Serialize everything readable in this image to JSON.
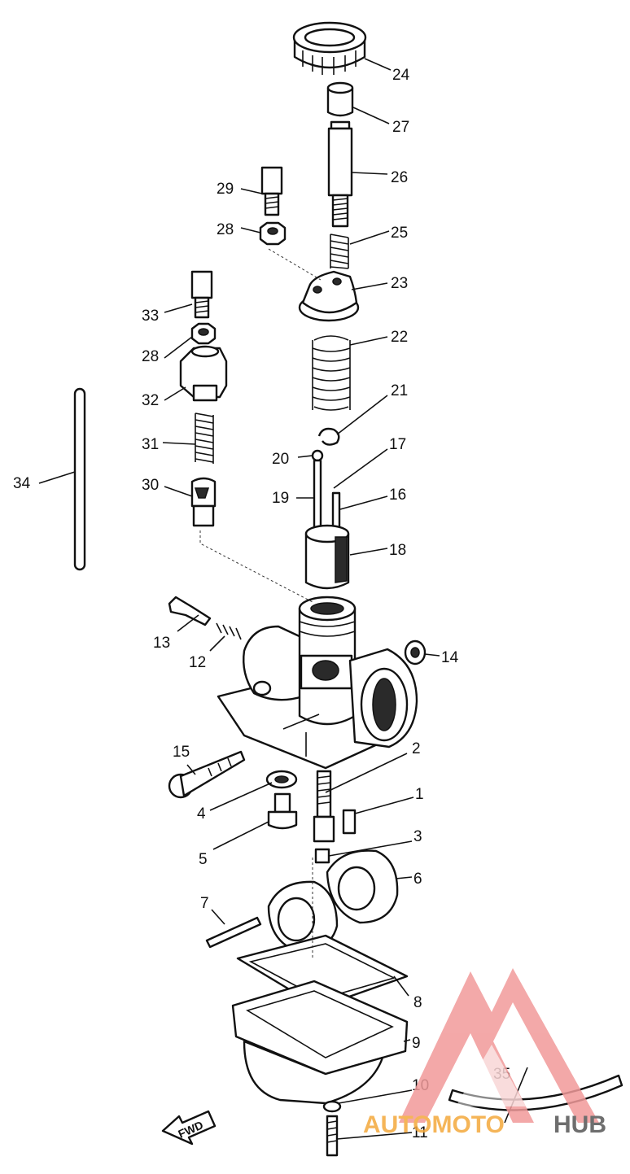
{
  "callouts": [
    "24",
    "27",
    "26",
    "29",
    "28",
    "25",
    "23",
    "33",
    "28",
    "22",
    "32",
    "21",
    "17",
    "20",
    "31",
    "34",
    "30",
    "19",
    "16",
    "18",
    "13",
    "12",
    "14",
    "15",
    "2",
    "4",
    "1",
    "5",
    "3",
    "6",
    "7",
    "8",
    "9",
    "35",
    "10",
    "11"
  ],
  "fwd_label": "FWD",
  "watermark": {
    "word_accent": "AUTOMOTO",
    "word_dark": "HUB",
    "accent_color": "#f4a93c",
    "dark_color": "#555555",
    "logo_color": "#f19a9a"
  }
}
